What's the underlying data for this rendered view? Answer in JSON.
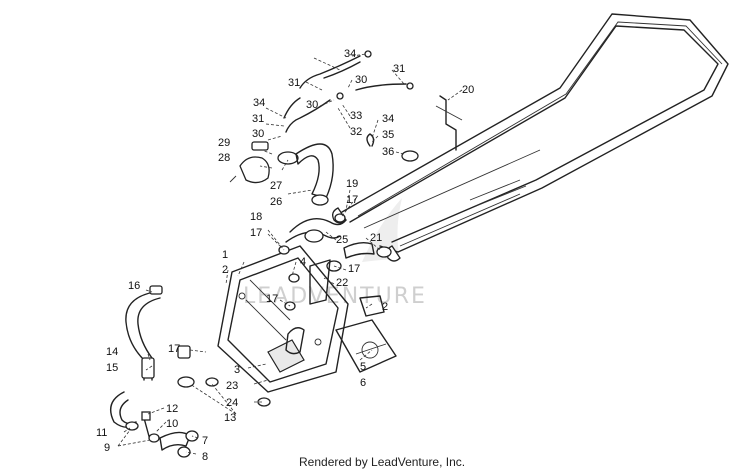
{
  "diagram": {
    "watermark": "LEADVENTURE",
    "credit": "Rendered by LeadVenture, Inc.",
    "callouts": [
      "34",
      "31",
      "30",
      "31",
      "34",
      "30",
      "31",
      "33",
      "32",
      "30",
      "29",
      "28",
      "27",
      "26",
      "20",
      "35",
      "34",
      "36",
      "19",
      "17",
      "18",
      "17",
      "25",
      "21",
      "1",
      "2",
      "4",
      "17",
      "16",
      "22",
      "2",
      "17",
      "14",
      "15",
      "17",
      "3",
      "5",
      "6",
      "23",
      "24",
      "13",
      "12",
      "10",
      "11",
      "9",
      "7",
      "8"
    ]
  }
}
